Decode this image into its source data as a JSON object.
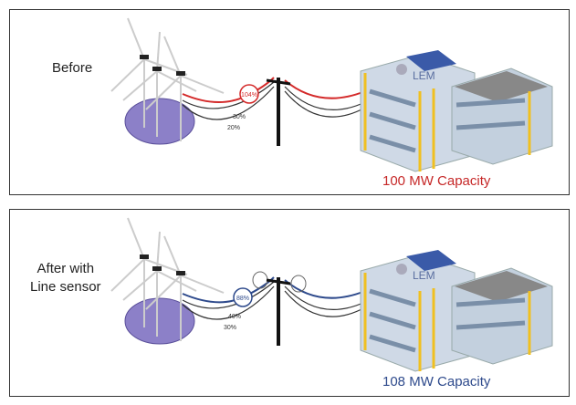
{
  "before": {
    "label": "Before",
    "line_load": "104%",
    "line2_load": "30%",
    "line3_load": "20%",
    "capacity": "100 MW Capacity",
    "line_color": "#d42a2a"
  },
  "after": {
    "label_line1": "After with",
    "label_line2": "Line sensor",
    "line_load": "88%",
    "line2_load": "40%",
    "line3_load": "30%",
    "capacity": "108 MW Capacity",
    "line_color": "#2e4a8c"
  },
  "building_sign": "LEM"
}
